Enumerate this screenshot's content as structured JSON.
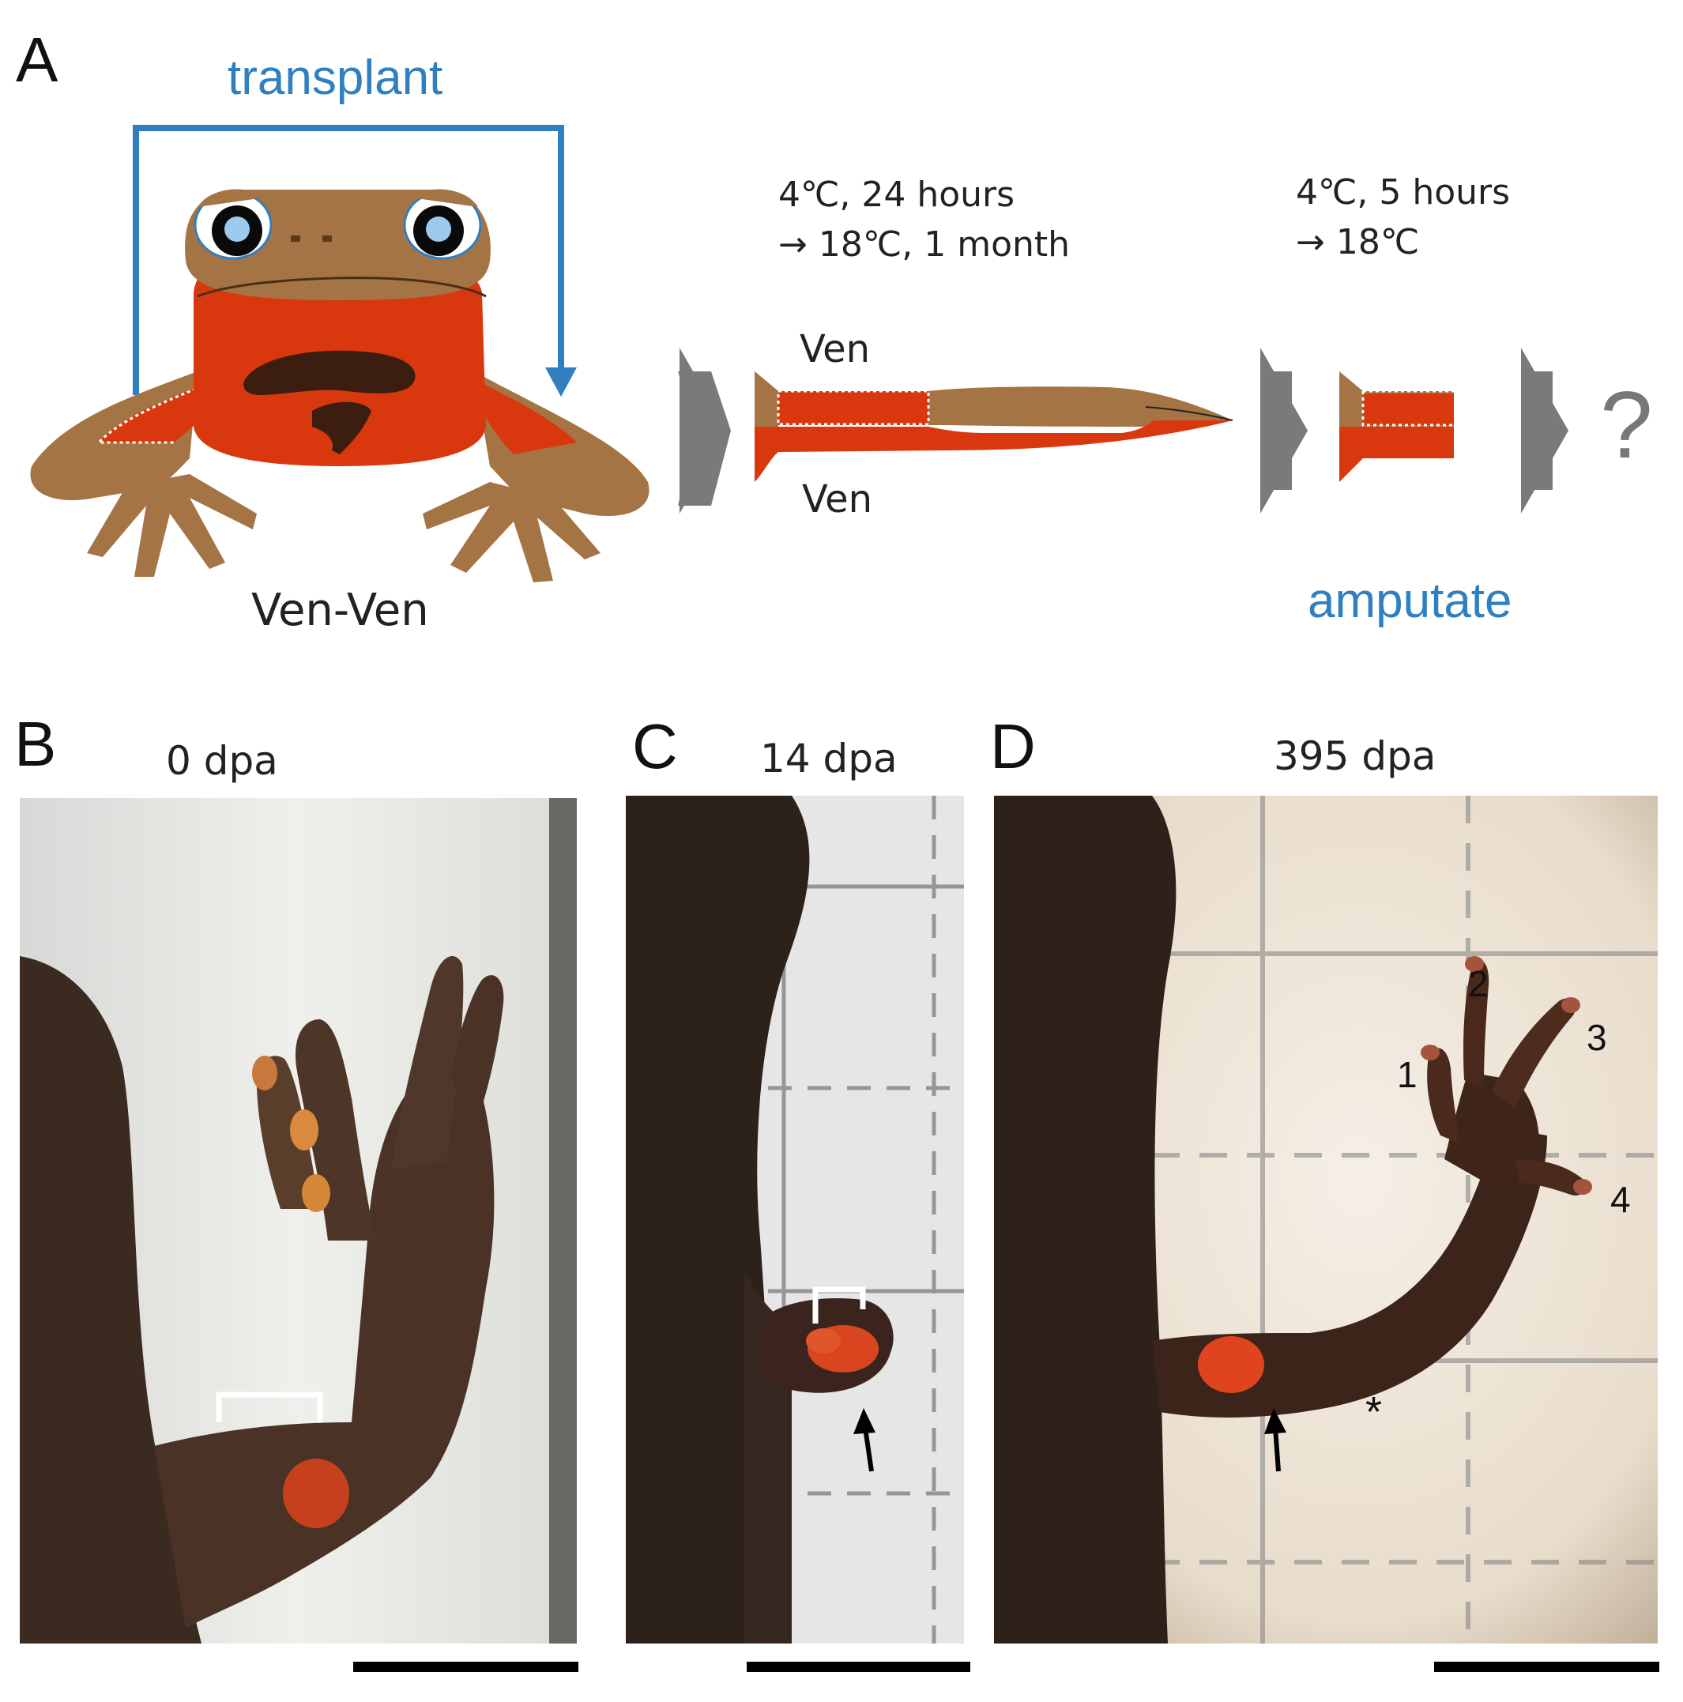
{
  "panels": {
    "a": {
      "letter": "A",
      "transplant_label": "transplant",
      "frog_label": "Ven-Ven",
      "step1_line1": "4℃, 24 hours",
      "step1_line2": "→ 18℃, 1 month",
      "step2_line1": "4℃, 5 hours",
      "step2_line2": "→ 18℃",
      "limb_top_label": "Ven",
      "limb_bottom_label": "Ven",
      "amputate_label": "amputate",
      "question_mark": "?"
    },
    "b": {
      "letter": "B",
      "timepoint": "0 dpa"
    },
    "c": {
      "letter": "C",
      "timepoint": "14 dpa"
    },
    "d": {
      "letter": "D",
      "timepoint": "395 dpa",
      "digits": [
        "1",
        "2",
        "3",
        "4"
      ],
      "asterisk": "*"
    }
  },
  "colors": {
    "arrow_blue": "#2f7fc1",
    "skin_brown": "#a57444",
    "belly_red": "#d9380f",
    "flow_arrow_gray": "#7a7a7a"
  }
}
